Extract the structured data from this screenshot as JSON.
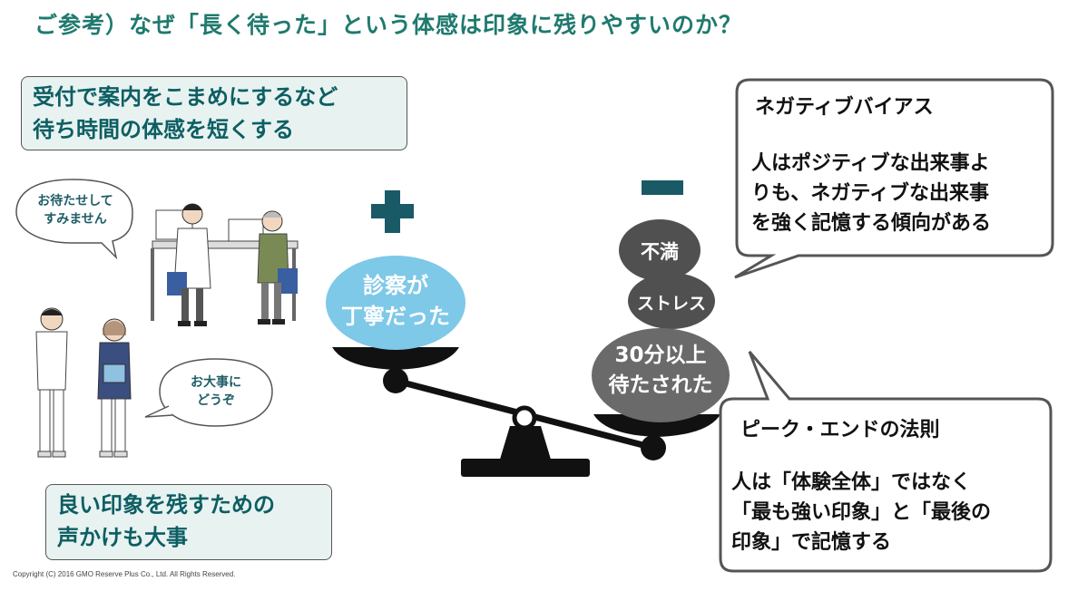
{
  "title": "ご参考）なぜ「長く待った」という体感は印象に残りやすいのか？",
  "tip_top": [
    "受付で案内をこまめにするなど",
    "待ち時間の体感を短くする"
  ],
  "tip_bottom": [
    "良い印象を残すための",
    "声かけも大事"
  ],
  "speech_wait": [
    "お待たせして",
    "すみません"
  ],
  "speech_care": [
    "お大事に",
    "どうぞ"
  ],
  "plus_sign": "+",
  "minus_sign": "−",
  "positive_ball": [
    "診察が",
    "丁寧だった"
  ],
  "negative_balls": {
    "top": "不満",
    "middle": "ストレス",
    "bottom": [
      "30分以上",
      "待たされた"
    ]
  },
  "callout_negative": {
    "title": "ネガティブバイアス",
    "body": [
      "人はポジティブな出来事よ",
      "りも、ネガティブな出来事",
      "を強く記憶する傾向がある"
    ]
  },
  "callout_peak_end": {
    "title": "ピーク・エンドの法則",
    "body": [
      "人は「体験全体」ではなく",
      "「最も強い印象」と「最後の",
      "印象」で記憶する"
    ]
  },
  "copyright": "Copyright (C) 2016 GMO Reserve Plus Co., Ltd. All Rights Reserved.",
  "colors": {
    "accent": "#1f7a6e",
    "tip_text": "#0d5e63",
    "tip_bg": "#e8f3f1",
    "sign": "#1a5a66",
    "positive_ball": "#7ec8e8",
    "ball_dark": "#505050",
    "ball_mid": "#6a6a6a"
  }
}
